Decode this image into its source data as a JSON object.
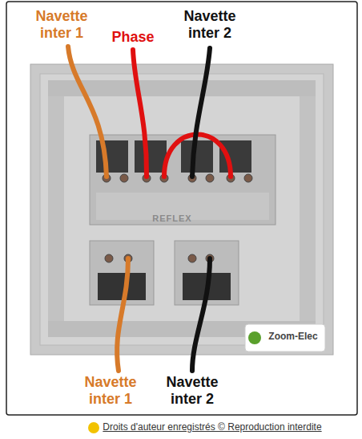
{
  "diagram": {
    "labels": [
      "Navette inter 1",
      "Phase",
      "Navette inter 2",
      "REFLEX",
      "Navette inter 1",
      "Navette inter 2",
      "Zoom-Elec",
      "Droits d'auteur enregistrés © Reproduction interdite"
    ]
  }
}
